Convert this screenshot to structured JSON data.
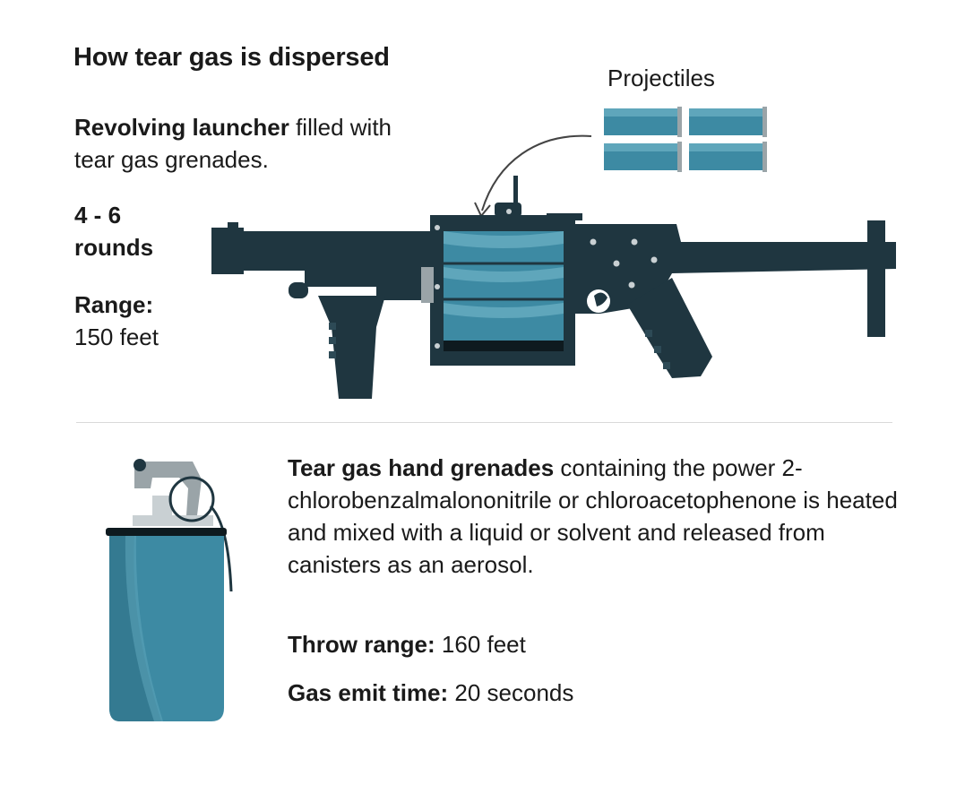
{
  "title": "How tear gas is dispersed",
  "launcher": {
    "name_bold": "Revolving launcher",
    "name_rest": " filled with tear gas grenades.",
    "rounds_line1": "4 - 6",
    "rounds_line2": "rounds",
    "range_label": "Range:",
    "range_value": "150 feet"
  },
  "projectiles_label": "Projectiles",
  "grenade": {
    "desc_bold": "Tear gas hand grenades",
    "desc_rest": " containing the power 2-chlorobenzalmalononitrile or chloroacetophenone is heated and mixed with a liquid or solvent and released from canisters as an aerosol.",
    "throw_label": "Throw range:",
    "throw_value": " 160 feet",
    "emit_label": "Gas emit time:",
    "emit_value": " 20 seconds"
  },
  "colors": {
    "dark": "#1f3640",
    "teal": "#3d8aa3",
    "teal_light": "#5fa6bb",
    "grey": "#9aa4a8"
  }
}
